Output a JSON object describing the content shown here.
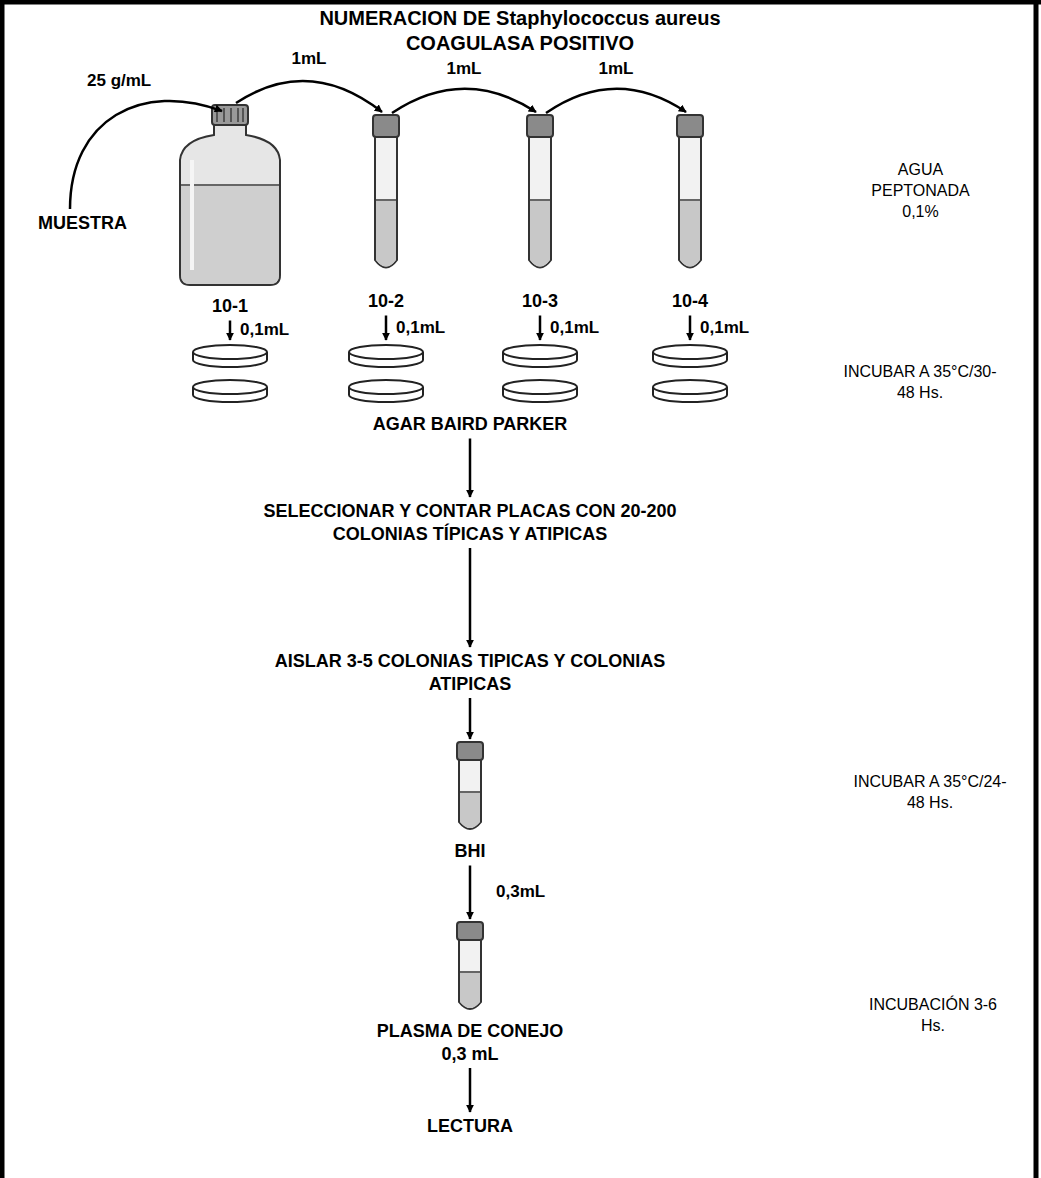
{
  "diagram": {
    "title": "NUMERACION DE Staphylococcus aureus COAGULASA POSITIVO",
    "nodes": [
      {
        "text": [
          "MUESTRA"
        ]
      },
      {
        "text": [
          "10-1"
        ]
      },
      {
        "text": [
          "10-2"
        ]
      },
      {
        "text": [
          "10-3"
        ]
      },
      {
        "text": [
          "10-4"
        ]
      },
      {
        "text": [
          "AGAR BAIRD PARKER"
        ]
      },
      {
        "text": [
          "SELECCIONAR Y CONTAR PLACAS CON 20-200 COLONIAS TÍPICAS Y ATIPICAS"
        ]
      },
      {
        "text": [
          "AISLAR 3-5 COLONIAS TIPICAS Y COLONIAS ATIPICAS"
        ]
      },
      {
        "text": [
          "BHI"
        ]
      },
      {
        "text": [
          "PLASMA DE CONEJO 0,3 mL"
        ]
      },
      {
        "text": [
          "LECTURA"
        ]
      }
    ],
    "edges": [
      {
        "from": 0,
        "to": 1,
        "label": "25 g/mL",
        "arrow": "to"
      },
      {
        "from": 1,
        "to": 2,
        "label": "1mL",
        "arrow": "to"
      },
      {
        "from": 2,
        "to": 3,
        "label": "1mL",
        "arrow": "to"
      },
      {
        "from": 3,
        "to": 4,
        "label": "1mL",
        "arrow": "to"
      },
      {
        "from": 1,
        "to": 5,
        "label": "0,1mL",
        "arrow": "to"
      },
      {
        "from": 2,
        "to": 5,
        "label": "0,1mL",
        "arrow": "to"
      },
      {
        "from": 3,
        "to": 5,
        "label": "0,1mL",
        "arrow": "to"
      },
      {
        "from": 4,
        "to": 5,
        "label": "0,1mL",
        "arrow": "to"
      },
      {
        "from": 5,
        "to": 6,
        "arrow": "to"
      },
      {
        "from": 6,
        "to": 7,
        "arrow": "to"
      },
      {
        "from": 7,
        "to": 8,
        "arrow": "to"
      },
      {
        "from": 8,
        "to": 9,
        "label": "0,3mL",
        "arrow": "to"
      },
      {
        "from": 9,
        "to": 10,
        "arrow": "to"
      }
    ],
    "labels": [
      "AGUA PEPTONADA 0,1%",
      "INCUBAR A 35°C/30-48 Hs.",
      "INCUBAR A 35°C/24-48 Hs.",
      "INCUBACIÓN 3-6 Hs."
    ]
  }
}
